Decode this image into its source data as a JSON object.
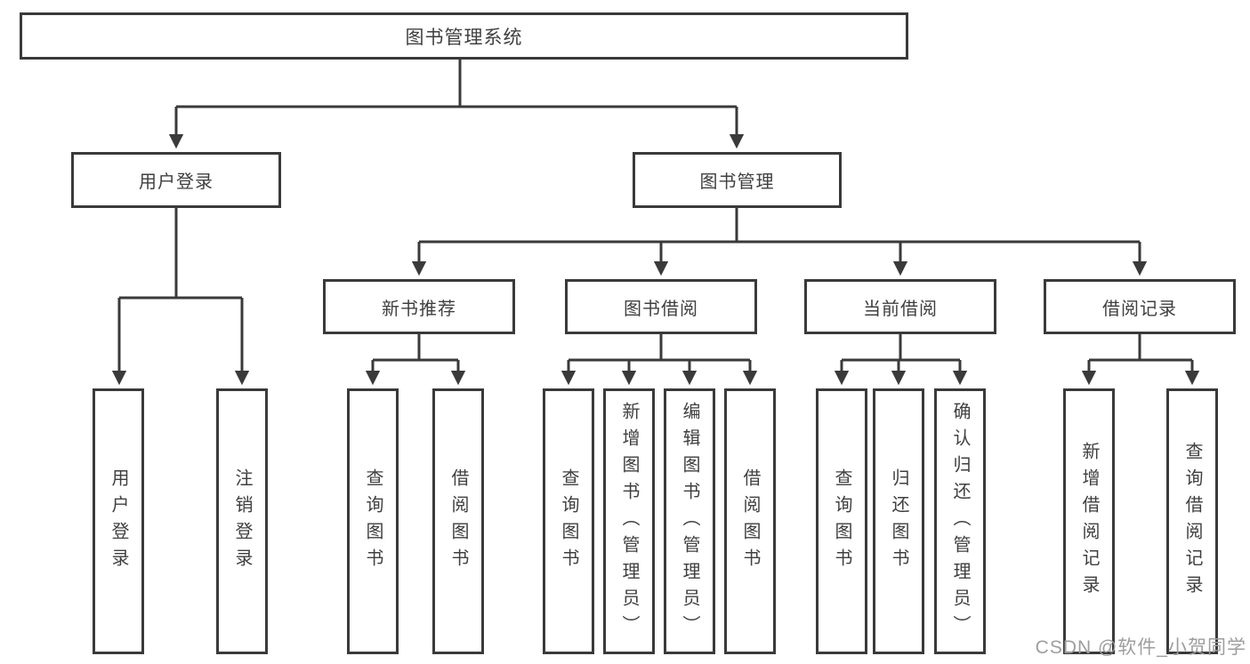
{
  "diagram": {
    "root": {
      "label": "图书管理系统"
    },
    "level2": [
      {
        "label": "用户登录"
      },
      {
        "label": "图书管理"
      }
    ],
    "level3": [
      {
        "label": "新书推荐"
      },
      {
        "label": "图书借阅"
      },
      {
        "label": "当前借阅"
      },
      {
        "label": "借阅记录"
      }
    ],
    "leaves": [
      {
        "label": "用户登录"
      },
      {
        "label": "注销登录"
      },
      {
        "label": "查询图书"
      },
      {
        "label": "借阅图书"
      },
      {
        "label": "查询图书"
      },
      {
        "label": "新增图书（管理员）"
      },
      {
        "label": "编辑图书（管理员）"
      },
      {
        "label": "借阅图书"
      },
      {
        "label": "查询图书"
      },
      {
        "label": "归还图书"
      },
      {
        "label": "确认归还（管理员）"
      },
      {
        "label": "新增借阅记录"
      },
      {
        "label": "查询借阅记录"
      }
    ],
    "watermark": "CSDN @软件_小贺同学",
    "colors": {
      "line": "#3a3a3a",
      "text": "#3f3f3f",
      "watermark": "#9e9e9e",
      "background": "#ffffff"
    }
  }
}
